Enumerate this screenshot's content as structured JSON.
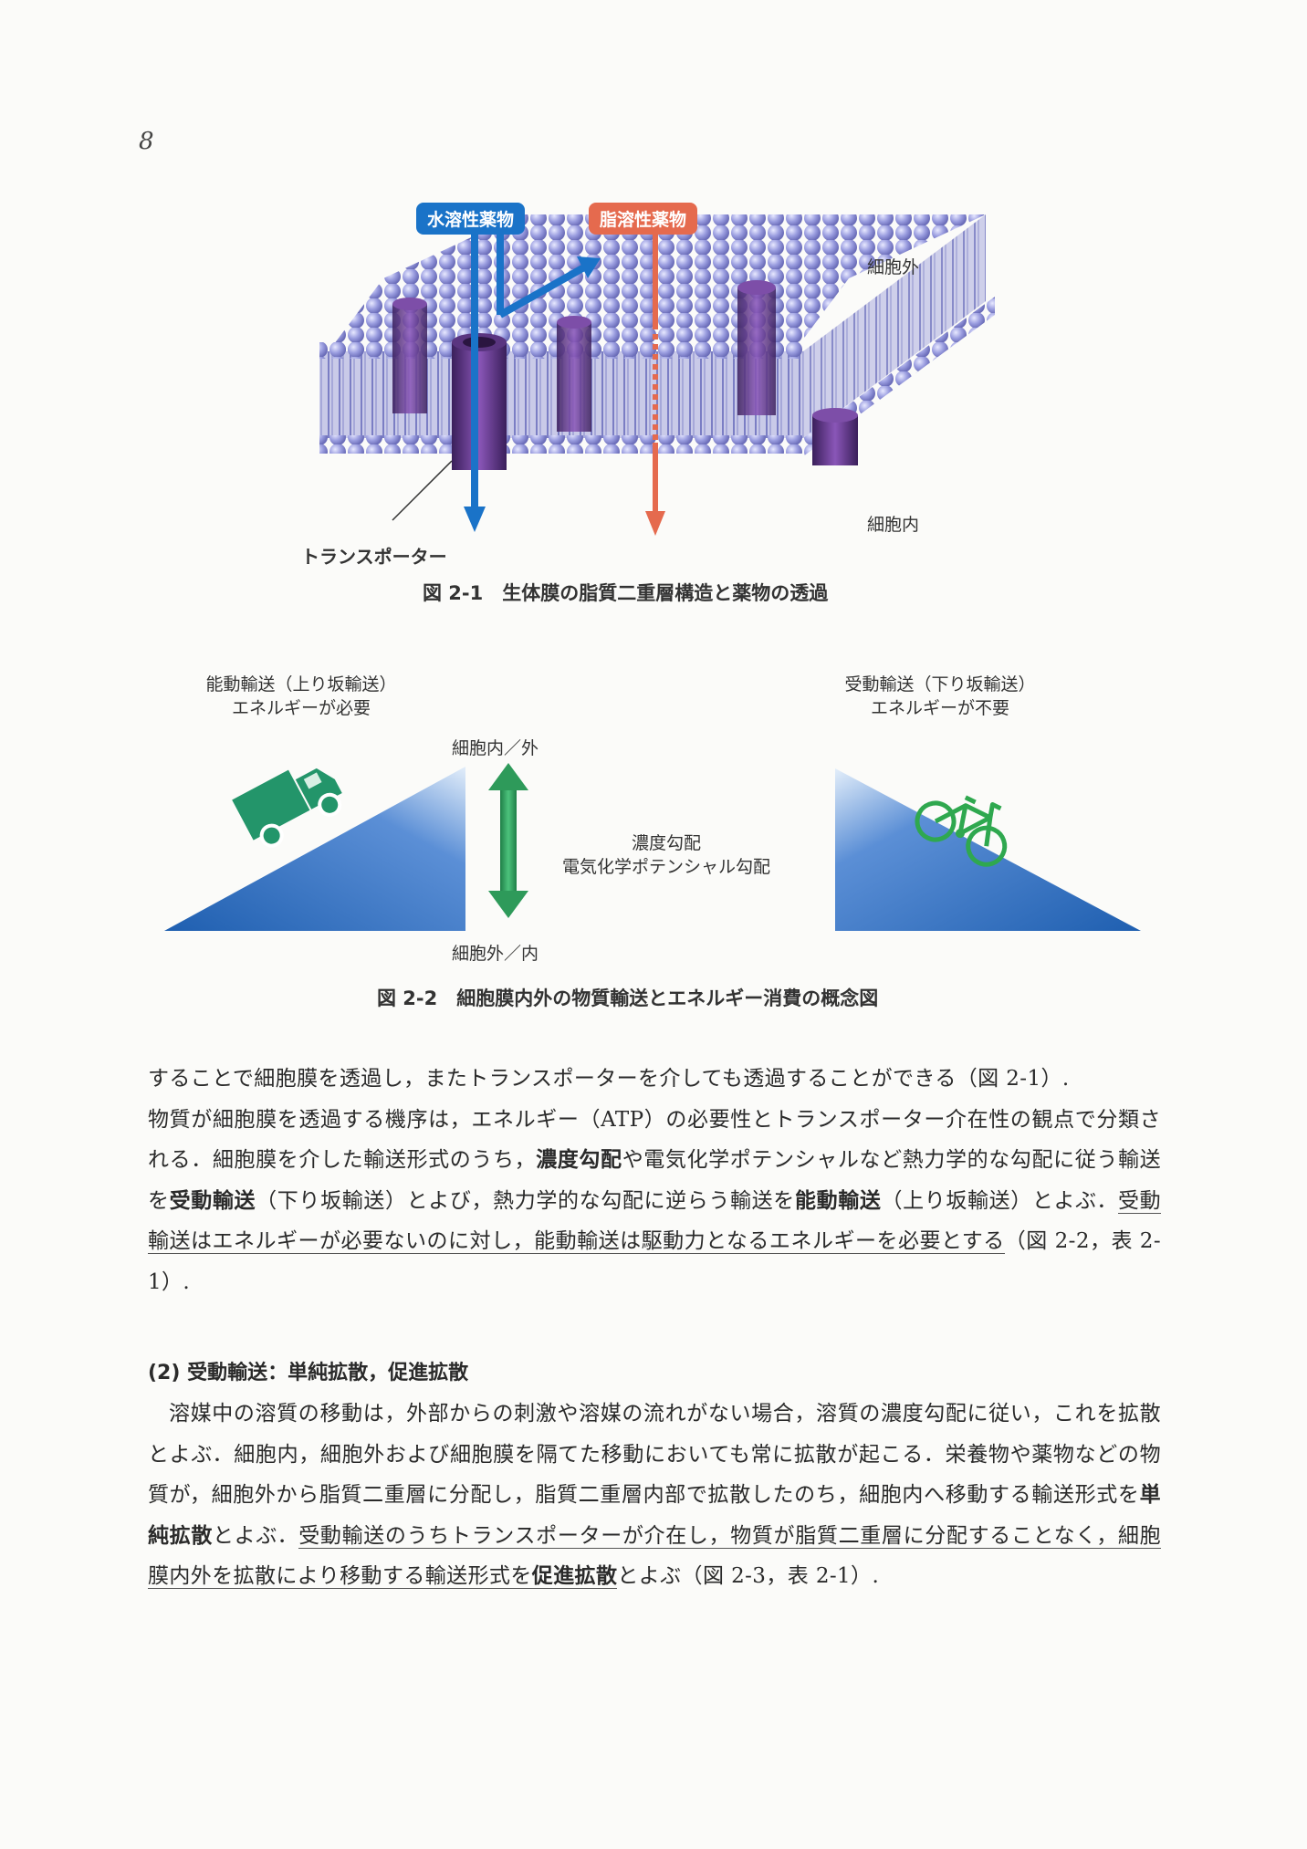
{
  "page_number": "8",
  "figure1": {
    "water_soluble": "水溶性薬物",
    "lipid_soluble": "脂溶性薬物",
    "outside": "細胞外",
    "inside": "細胞内",
    "transporter": "トランスポーター",
    "caption": "図 2-1　生体膜の脂質二重層構造と薬物の透過",
    "colors": {
      "blue": "#1a73c8",
      "red": "#e56a4e",
      "lipid": "#8f92d8",
      "protein": "#6a3f8f"
    }
  },
  "figure2": {
    "active_title": "能動輸送（上り坂輸送）",
    "active_sub": "エネルギーが必要",
    "passive_title": "受動輸送（下り坂輸送）",
    "passive_sub": "エネルギーが不要",
    "top_label": "細胞内／外",
    "bottom_label": "細胞外／内",
    "gradient_1": "濃度勾配",
    "gradient_2": "電気化学ポテンシャル勾配",
    "caption": "図 2-2　細胞膜内外の物質輸送とエネルギー消費の概念図",
    "colors": {
      "ramp": "#1f5fb0",
      "arrow": "#2e9a5a",
      "vehicle": "#23956a"
    }
  },
  "paragraph1": {
    "s1": "することで細胞膜を透過し，またトランスポーターを介しても透過することができる（図 2-1）.",
    "s2": "物質が細胞膜を透過する機序は，エネルギー（ATP）の必要性とトランスポーター介在性の観点で分類される．細胞膜を介した輸送形式のうち，",
    "b1": "濃度勾配",
    "s3": "や電気化学ポテンシャルなど熱力学的な勾配に従う輸送を",
    "b2": "受動輸送",
    "s4": "（下り坂輸送）とよび，熱力学的な勾配に逆らう輸送を",
    "b3": "能動輸送",
    "s5": "（上り坂輸送）とよぶ．",
    "u1": "受動輸送はエネルギーが必要ないのに対し，能動輸送は駆動力となるエネルギーを必要とする",
    "s6": "（図 2-2，表 2-1）."
  },
  "section_heading": "(2)  受動輸送：単純拡散，促進拡散",
  "paragraph2": {
    "s1": "溶媒中の溶質の移動は，外部からの刺激や溶媒の流れがない場合，溶質の濃度勾配に従い，これを拡散とよぶ．細胞内，細胞外および細胞膜を隔てた移動においても常に拡散が起こる．栄養物や薬物などの物質が，細胞外から脂質二重層に分配し，脂質二重層内部で拡散したのち，細胞内へ移動する輸送形式を",
    "b1": "単純拡散",
    "s2": "とよぶ．",
    "u1": "受動輸送のうちトランスポーターが介在し，物質が脂質二重層に分配することなく，細胞膜内外を拡散により移動する輸送形式を",
    "u1b": "促進拡散",
    "s3": "とよぶ（図 2-3，表 2-1）."
  }
}
